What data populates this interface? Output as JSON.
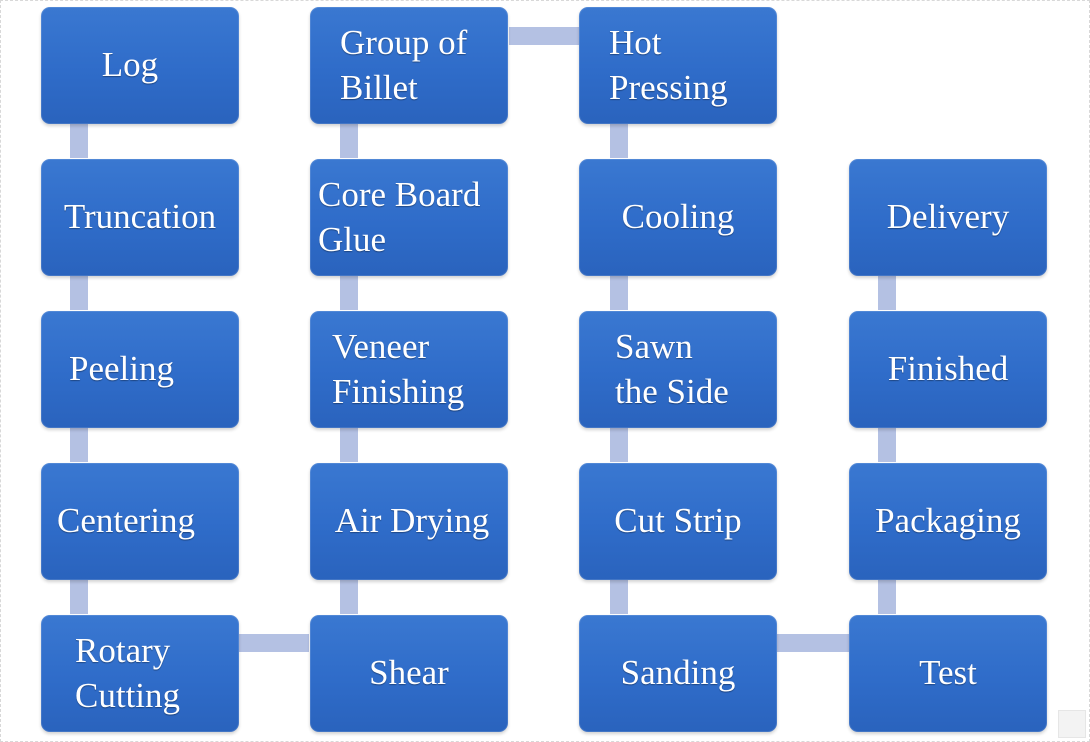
{
  "diagram": {
    "steps": {
      "log": "Log",
      "truncation": "Truncation",
      "peeling": "Peeling",
      "centering": "Centering",
      "rotary_cutting": "Rotary\nCutting",
      "shear": "Shear",
      "air_drying": "Air Drying",
      "veneer_finishing": "Veneer\nFinishing",
      "core_board_glue": "Core Board\nGlue",
      "group_of_billet": "Group of\nBillet",
      "hot_pressing": "Hot\nPressing",
      "cooling": "Cooling",
      "sawn_the_side": "Sawn\nthe Side",
      "cut_strip": "Cut Strip",
      "sanding": "Sanding",
      "test": "Test",
      "packaging": "Packaging",
      "finished": "Finished",
      "delivery": "Delivery"
    },
    "colors": {
      "box_fill": "#2f6cc9",
      "connector": "#b4c1e3",
      "text": "#ffffff"
    }
  }
}
